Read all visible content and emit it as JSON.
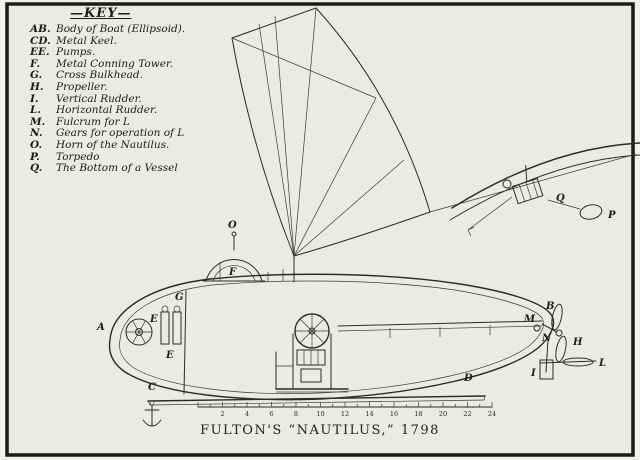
{
  "colors": {
    "paper": "#eceae5",
    "ink": "#2b2b2b",
    "frame": "#1b1b1b"
  },
  "key": {
    "title": "—KEY—",
    "items": [
      {
        "label": "AB.",
        "text": "Body of Boat (Ellipsoid)."
      },
      {
        "label": "CD.",
        "text": "Metal Keel."
      },
      {
        "label": "EE.",
        "text": "Pumps."
      },
      {
        "label": "F.",
        "text": "Metal Conning Tower."
      },
      {
        "label": "G.",
        "text": "Cross Bulkhead."
      },
      {
        "label": "H.",
        "text": "Propeller."
      },
      {
        "label": "I.",
        "text": "Vertical Rudder."
      },
      {
        "label": "L.",
        "text": "Horizontal Rudder."
      },
      {
        "label": "M.",
        "text": "Fulcrum for L"
      },
      {
        "label": "N.",
        "text": "Gears for operation of L"
      },
      {
        "label": "O.",
        "text": "Horn of the Nautilus."
      },
      {
        "label": "P.",
        "text": "Torpedo"
      },
      {
        "label": "Q.",
        "text": "The Bottom of a Vessel"
      }
    ]
  },
  "labels": {
    "A": "A",
    "B": "B",
    "C": "C",
    "D": "D",
    "E1": "E",
    "E2": "E",
    "F": "F",
    "G": "G",
    "H": "H",
    "I": "I",
    "L": "L",
    "M": "M",
    "N": "N",
    "O": "O",
    "P": "P",
    "Q": "Q"
  },
  "scale": {
    "ticks": [
      "2",
      "4",
      "6",
      "8",
      "10",
      "12",
      "14",
      "16",
      "18",
      "20",
      "22",
      "24"
    ]
  },
  "caption": "FULTON'S “NAUTILUS,” 1798"
}
